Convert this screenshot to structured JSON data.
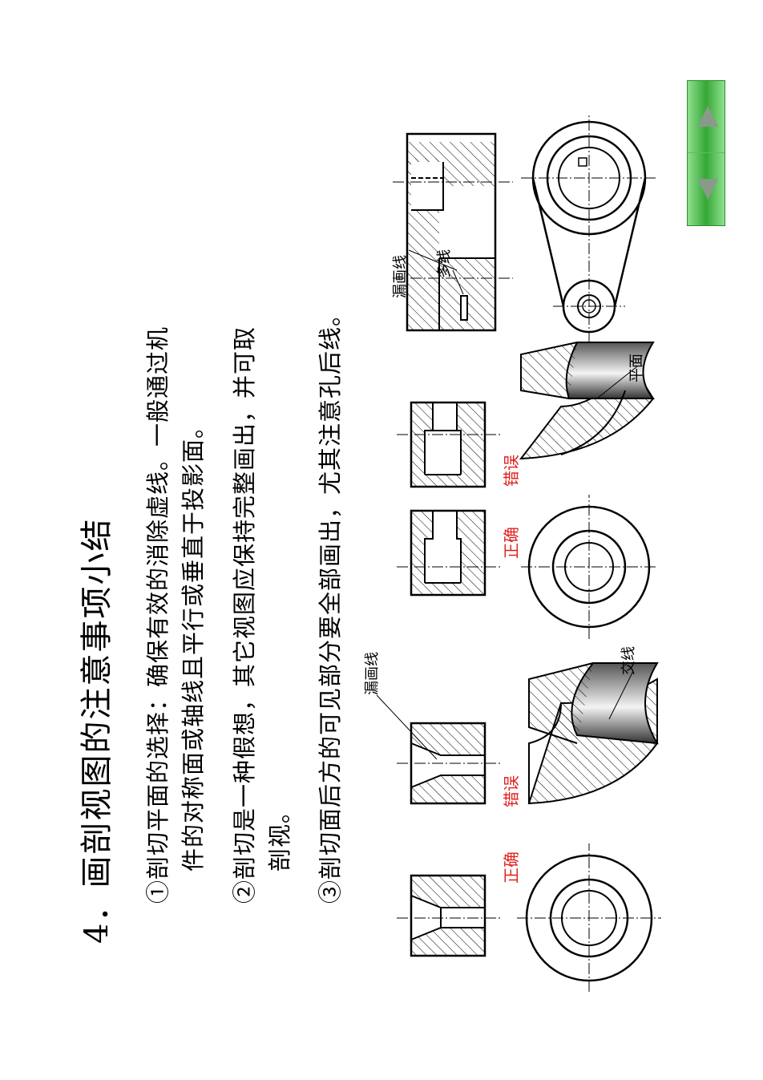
{
  "slide": {
    "title": "4．画剖视图的注意事项小结",
    "points": [
      {
        "lines": [
          "①剖切平面的选择：确保有效的消除虚线。一般通过机",
          "件的对称面或轴线且平行或垂直于投影面。"
        ]
      },
      {
        "lines": [
          "②剖切是一种假想，其它视图应保持完整画出，并可取",
          "剖视。"
        ]
      },
      {
        "lines": [
          "③剖切面后方的可见部分要全部画出，尤其注意孔后线。"
        ]
      }
    ]
  },
  "figures": {
    "label_correct_1": "正确",
    "label_wrong_1": "错误",
    "label_missing_1": "漏画线",
    "label_intersection": "交线",
    "label_correct_2": "正确",
    "label_wrong_2": "错误",
    "label_plane": "平面",
    "label_missing_2": "漏画线",
    "label_extra": "多线"
  },
  "colors": {
    "label_red": "#e0201c",
    "nav_green": "#34a834"
  },
  "nav": {
    "prev_icon": "triangle-up-icon",
    "next_icon": "triangle-down-icon",
    "prev_glyph": "◀",
    "next_glyph": "▶"
  }
}
